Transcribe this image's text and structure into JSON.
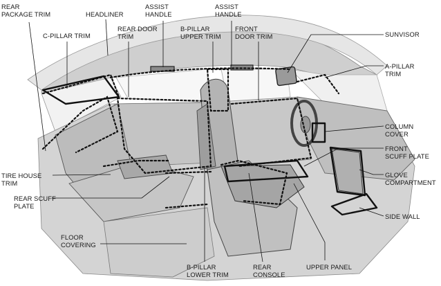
{
  "labels": {
    "rear_package_trim": [
      "REAR",
      "PACKAGE TRIM"
    ],
    "headliner": [
      "HEADLINER"
    ],
    "assist_handle_rear": [
      "ASSIST",
      "HANDLE"
    ],
    "assist_handle_front": [
      "ASSIST",
      "HANDLE"
    ],
    "c_pillar_trim": [
      "C-PILLAR TRIM"
    ],
    "rear_door_trim": [
      "REAR DOOR",
      "TRIM"
    ],
    "b_pillar_upper_trim": [
      "B-PILLAR",
      "UPPER TRIM"
    ],
    "front_door_trim": [
      "FRONT",
      "DOOR TRIM"
    ],
    "sunvisor": [
      "SUNVISOR"
    ],
    "a_pillar_trim": [
      "A-PILLAR",
      "TRIM"
    ],
    "column_cover": [
      "COLUMN",
      "COVER"
    ],
    "front_scuff_plate": [
      "FRONT",
      "SCUFF PLATE"
    ],
    "glove_compartment": [
      "GLOVE",
      "COMPARTMENT"
    ],
    "side_wall": [
      "SIDE WALL"
    ],
    "tire_house_trim": [
      "TIRE HOUSE",
      "TRIM"
    ],
    "rear_scuff_plate": [
      "REAR SCUFF",
      "PLATE"
    ],
    "floor_covering": [
      "FLOOR",
      "COVERING"
    ],
    "b_pillar_lower_trim": [
      "B-PILLAR",
      "LOWER TRIM"
    ],
    "rear_console": [
      "REAR",
      "CONSOLE"
    ],
    "upper_panel": [
      "UPPER PANEL"
    ]
  },
  "colors": {
    "line": "#111111",
    "body_fill": "#d6d6d6",
    "shadow_fill": "#bdbdbd",
    "highlight_fill": "#ececec"
  }
}
